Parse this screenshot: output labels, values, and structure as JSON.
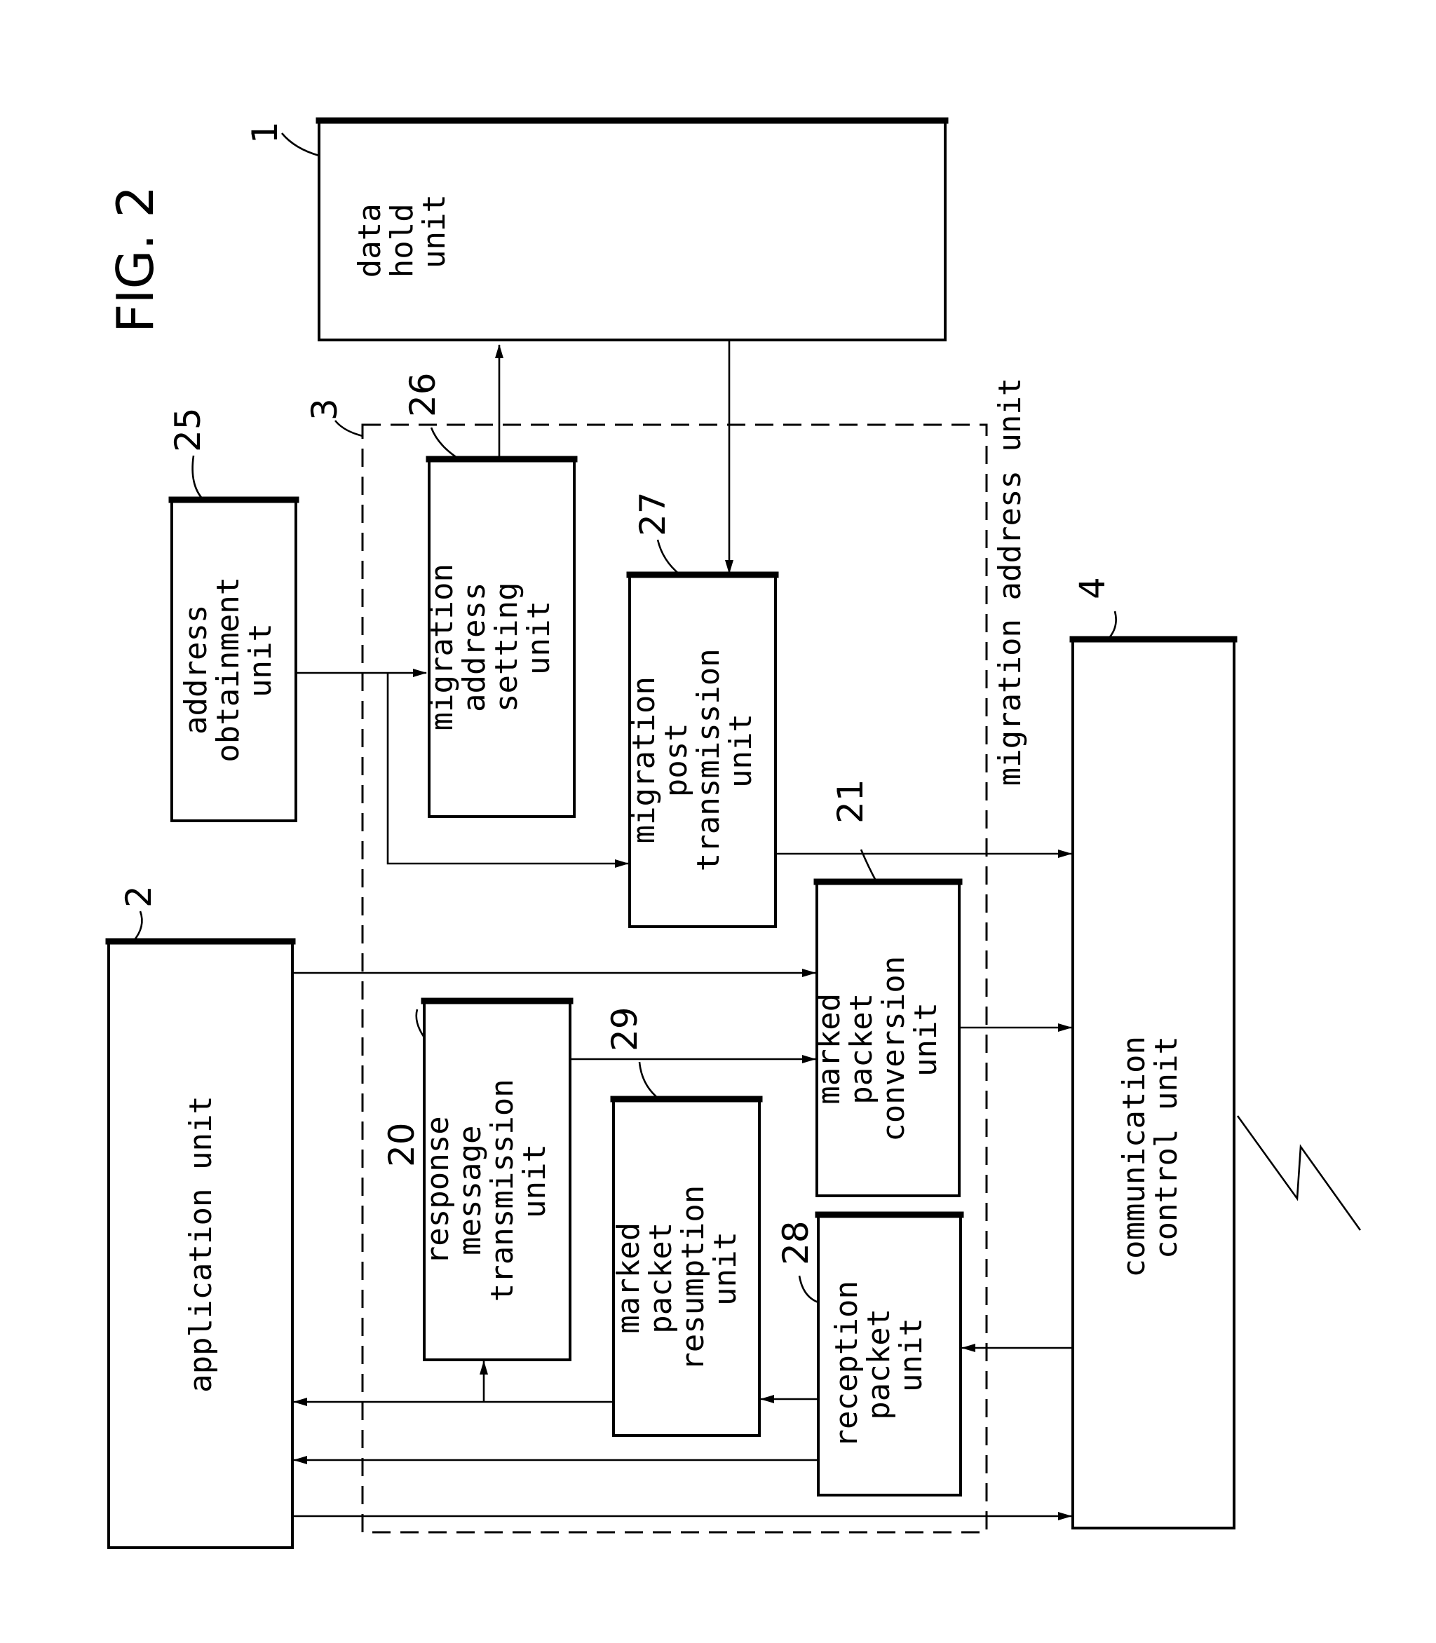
{
  "figure_label": "FIG. 2",
  "blocks": {
    "data_hold": {
      "ref": "1",
      "lines": [
        "data",
        "hold",
        "unit"
      ]
    },
    "application": {
      "ref": "2",
      "lines": [
        "application unit"
      ]
    },
    "migration_address_unit": {
      "ref": "3",
      "label": "migration address unit"
    },
    "communication_control": {
      "ref": "4",
      "lines": [
        "communication",
        "control unit"
      ]
    },
    "response_message_transmission": {
      "ref": "20",
      "lines": [
        "response",
        "message",
        "transmission",
        "unit"
      ]
    },
    "marked_packet_conversion": {
      "ref": "21",
      "lines": [
        "marked",
        "packet",
        "conversion",
        "unit"
      ]
    },
    "address_obtainment": {
      "ref": "25",
      "lines": [
        "address",
        "obtainment",
        "unit"
      ]
    },
    "migration_address_setting": {
      "ref": "26",
      "lines": [
        "migration",
        "address",
        "setting",
        "unit"
      ]
    },
    "migration_post_transmission": {
      "ref": "27",
      "lines": [
        "migration",
        "post",
        "transmission",
        "unit"
      ]
    },
    "reception_packet": {
      "ref": "28",
      "lines": [
        "reception",
        "packet",
        "unit"
      ]
    },
    "marked_packet_resumption": {
      "ref": "29",
      "lines": [
        "marked",
        "packet",
        "resumption",
        "unit"
      ]
    }
  }
}
